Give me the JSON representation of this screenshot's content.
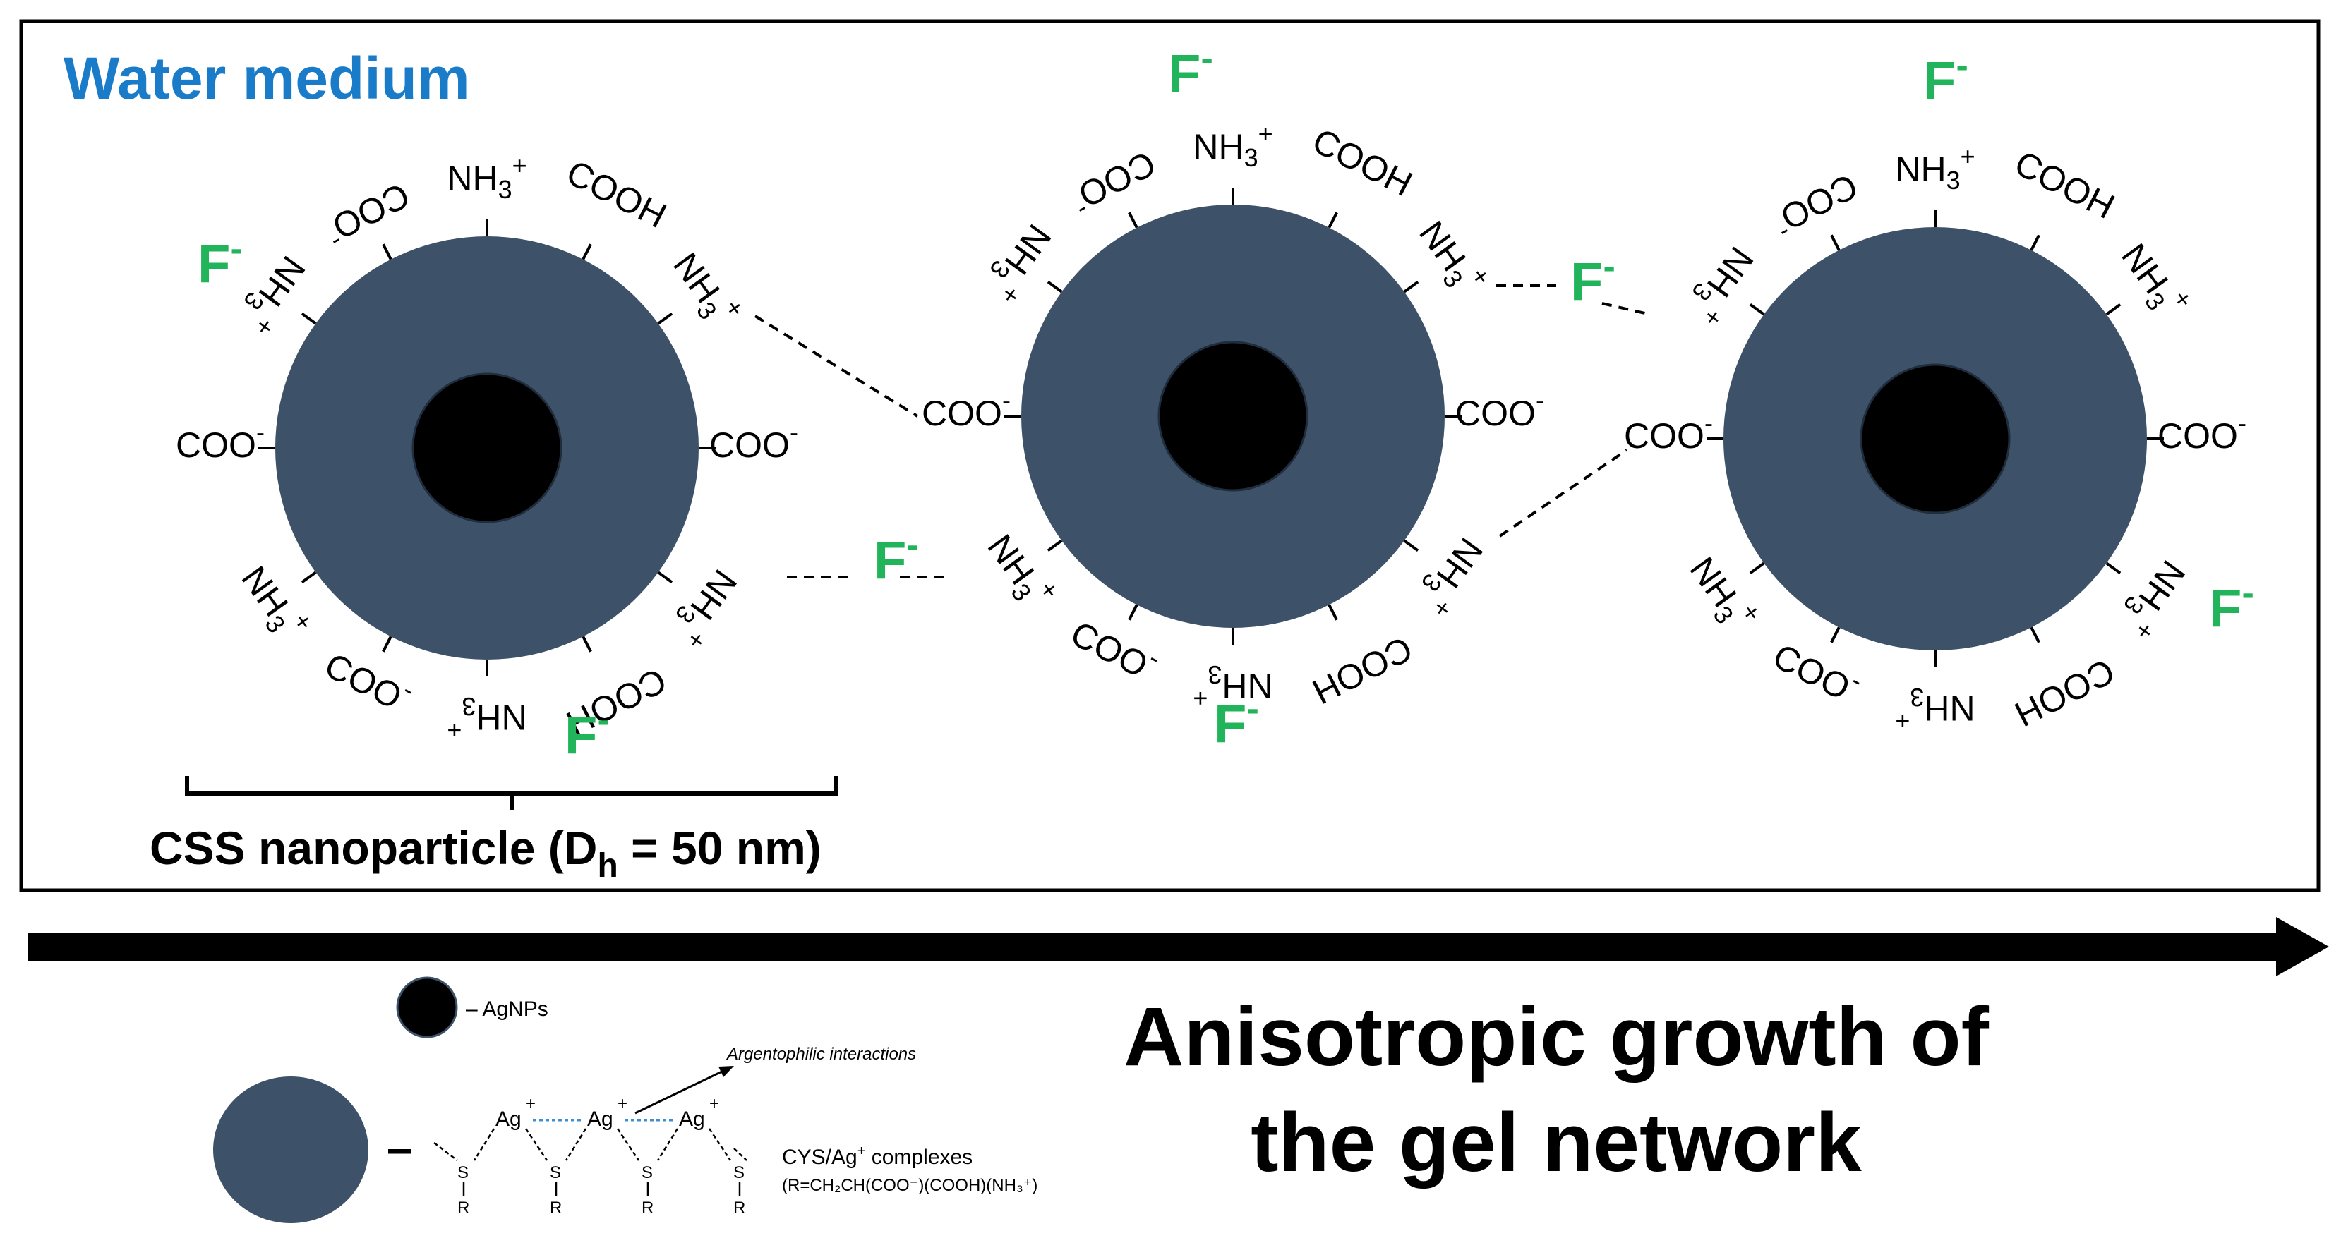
{
  "panel": {
    "medium_label": "Water medium",
    "ion": "F",
    "ion_charge": "-",
    "scale_label": {
      "prefix": "CSS nanoparticle (D",
      "subscript": "h",
      "suffix": " = 50 nm)"
    },
    "groups": {
      "amine": {
        "base": "NH",
        "sub": "3",
        "sup": "+"
      },
      "carboxylate": {
        "base": "COO",
        "sup": "-"
      },
      "carboxylic_acid": {
        "base": "COOH"
      }
    }
  },
  "legend": {
    "agnps_label": "– AgNPs",
    "complex_dash": "–",
    "interaction_label": "Argentophilic interactions",
    "complex_label": "CYS/Ag",
    "complex_label_sup": "+",
    "complex_label_suffix": " complexes",
    "r_definition": "(R=CH₂CH(COO⁻)(COOH)(NH₃⁺)",
    "ag_atom": "Ag",
    "s_atom": "S",
    "r_atom": "R"
  },
  "process": {
    "caption_line1": "Anisotropic growth of",
    "caption_line2": "the gel network"
  },
  "colors": {
    "shell": "#3d5169",
    "core": "#000000",
    "ion": "#22b45a",
    "title": "#1a7cc8",
    "dashed_bond": "#3b8fd6"
  }
}
